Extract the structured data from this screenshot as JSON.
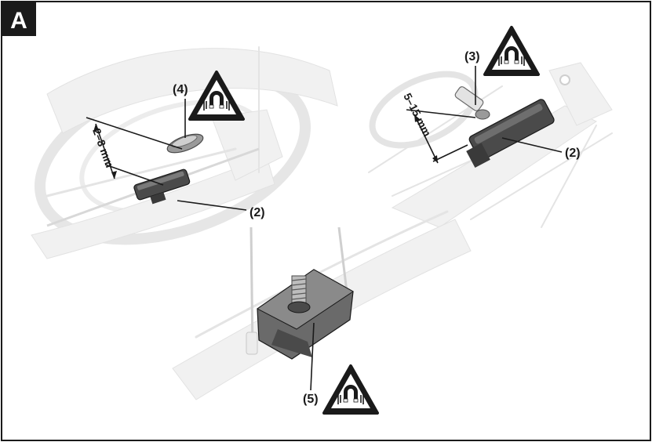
{
  "panel": {
    "letter": "A"
  },
  "dimensions": {
    "left": "2–8 mm",
    "right": "5–15 mm"
  },
  "callouts": {
    "c4": "(4)",
    "c2_left": "(2)",
    "c3": "(3)",
    "c2_right": "(2)",
    "c5": "(5)"
  },
  "icons": {
    "warning": "magnet-warning-icon"
  },
  "colors": {
    "frame": "#1a1a1a",
    "sensor": "#4a4a4a",
    "magnet": "#6a6a6a",
    "background": "#ffffff"
  }
}
